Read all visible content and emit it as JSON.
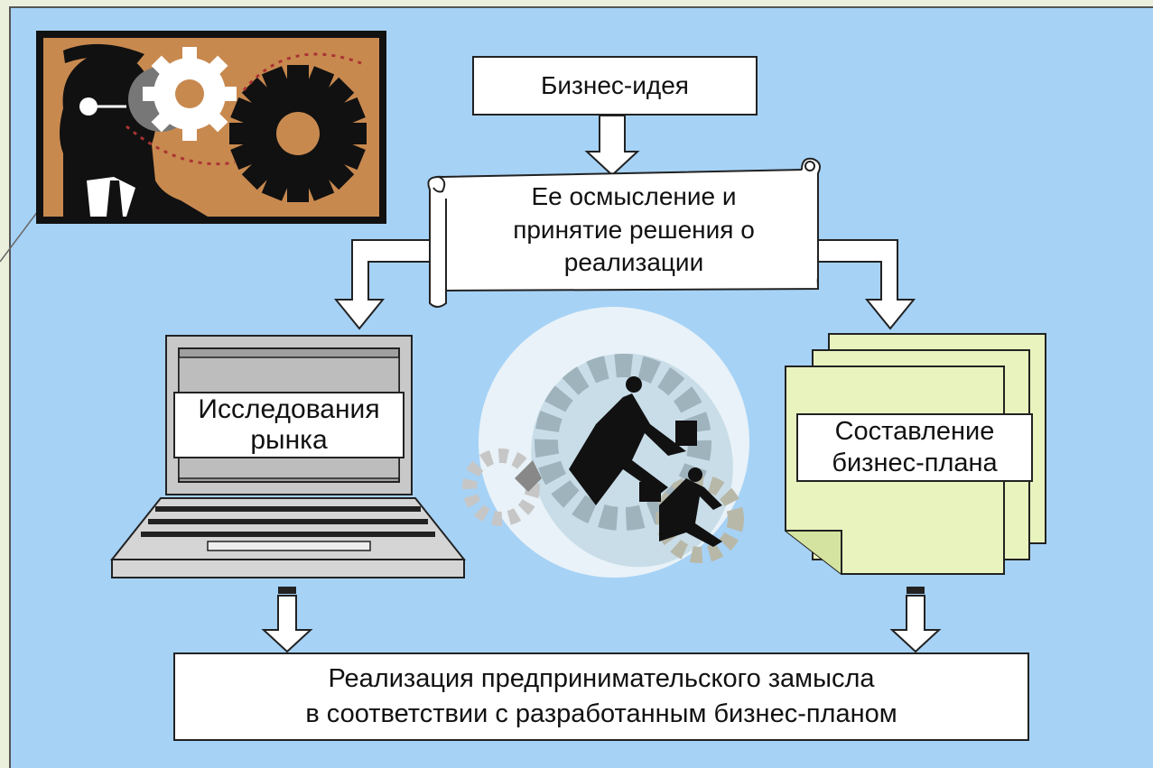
{
  "diagram": {
    "nodes": {
      "idea": "Бизнес-идея",
      "decision": "Ее осмысление и\nпринятие решения о\nреализации",
      "research": "Исследования\nрынка",
      "plan": "Составление\nбизнес-плана",
      "realization": "Реализация предпринимательского замысла\nв соответствии с разработанным бизнес-планом"
    },
    "edges": [
      {
        "from": "idea",
        "to": "decision"
      },
      {
        "from": "decision",
        "to": "research"
      },
      {
        "from": "decision",
        "to": "plan"
      },
      {
        "from": "research",
        "to": "realization"
      },
      {
        "from": "plan",
        "to": "realization"
      }
    ],
    "colors": {
      "background": "#a6d2f6",
      "box_fill": "#ffffff",
      "outline": "#222222",
      "plan_pages": "#e8f3bd",
      "illustration_bg": "#c8894f"
    },
    "icons": {
      "top_left": "businessman-gears-illustration",
      "left": "laptop-illustration",
      "center": "running-businessmen-gears-illustration",
      "right": "document-stack-illustration"
    }
  }
}
